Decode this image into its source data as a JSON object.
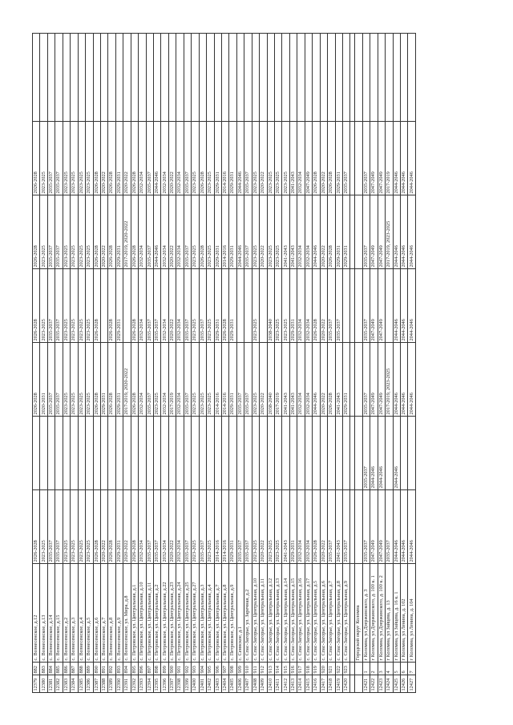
{
  "rows": [
    [
      "12379",
      "882",
      "с. Вознесенское, д.12",
      "2026-2028",
      "",
      "2026-2028",
      "2026-2028",
      "2026-2028",
      "2026-2028"
    ],
    [
      "12380",
      "883",
      "с. Вознесенское, д.13",
      "2023-2025",
      "",
      "2020-2031",
      "2023-2025",
      "2023-2025",
      "2023-2025"
    ],
    [
      "12381",
      "884",
      "с. Вознесенское, д.14",
      "2035-2037",
      "",
      "2035-2037",
      "2035-2037",
      "2035-2037",
      "2035-2037"
    ],
    [
      "12382",
      "885",
      "с. Вознесенское, д.15",
      "2035-2037",
      "",
      "2035-2037",
      "2035-2037",
      "2035-2037",
      "2035-2037"
    ],
    [
      "12383",
      "886",
      "с. Вознесенское, д.2",
      "2023-2025",
      "",
      "2023-2025",
      "2023-2025",
      "2023-2025",
      "2023-2025"
    ],
    [
      "12384",
      "887",
      "с. Вознесенское, д.3",
      "2023-2025",
      "",
      "2023-2025",
      "2023-2025",
      "2023-2025",
      "2023-2025"
    ],
    [
      "12385",
      "888",
      "с. Вознесенское, д.4",
      "2023-2025",
      "",
      "2023-2025",
      "2023-2025",
      "2023-2025",
      "2023-2025"
    ],
    [
      "12386",
      "889",
      "с. Вознесенское, д.5",
      "2023-2025",
      "",
      "2023-2025",
      "2023-2025",
      "2023-2025",
      "2023-2025"
    ],
    [
      "12387",
      "890",
      "с. Вознесенское, д.6",
      "2026-2028",
      "",
      "2026-2028",
      "2026-2028",
      "2026-2028",
      "2026-2028"
    ],
    [
      "12388",
      "891",
      "с. Вознесенское, д.7",
      "2020-2022",
      "",
      "2029-2031",
      "",
      "2020-2022",
      "2020-2022"
    ],
    [
      "12389",
      "892",
      "с. Вознесенское, д.8",
      "2026-2028",
      "",
      "2026-2028",
      "2026-2028",
      "2026-2028",
      "2026-2028"
    ],
    [
      "12390",
      "893",
      "с. Вознесенское, д.9",
      "2029-2031",
      "",
      "2029-2031",
      "2029-2031",
      "2029-2031",
      "2029-2031"
    ],
    [
      "12391",
      "894",
      "с. Вознесенское, ул. Мира, д.8",
      "2020-2022",
      "",
      "2017-2019, 2020-2022",
      "",
      "2017-2019, 2020-2022",
      "2020-2022"
    ],
    [
      "12392",
      "895",
      "с. Петровское, ул. Центральная, д.1",
      "2026-2028",
      "",
      "2026-2028",
      "2026-2028",
      "2026-2028",
      "2026-2028"
    ],
    [
      "12393",
      "896",
      "с. Петровское, ул. Центральная, д.10",
      "2032-2034",
      "",
      "2032-2034",
      "2032-2034",
      "2032-2034",
      "2032-2034"
    ],
    [
      "12394",
      "897",
      "с. Петровское, ул. Центральная, д.11",
      "2035-2037",
      "",
      "2035-2037",
      "2035-2037",
      "2035-2037",
      "2035-2037"
    ],
    [
      "12395",
      "898",
      "с. Петровское, ул. Центральная, д.2",
      "2035-2037",
      "",
      "2023-2025",
      "2035-2037",
      "2044-2046",
      "2044-2046"
    ],
    [
      "12396",
      "899",
      "с. Петровское, ул. Центральная, д.22",
      "2032-2034",
      "",
      "2032-2034",
      "2032-2034",
      "2032-2034",
      "2032-2034"
    ],
    [
      "12397",
      "900",
      "с. Петровское, ул. Центральная, д.23",
      "2020-2022",
      "",
      "2017-2019",
      "2020-2022",
      "2020-2022",
      "2020-2022"
    ],
    [
      "12398",
      "901",
      "с. Петровское, ул. Центральная, д.24",
      "2032-2034",
      "",
      "2032-2034",
      "2032-2034",
      "2032-2034",
      "2032-2034"
    ],
    [
      "12399",
      "902",
      "с. Петровское, ул. Центральная, д.25",
      "2035-2037",
      "",
      "2035-2037",
      "2035-2037",
      "2035-2037",
      "2035-2037"
    ],
    [
      "12400",
      "903",
      "с. Петровское, ул. Центральная, д.27",
      "2023-2025",
      "",
      "2023-2025",
      "2023-2025",
      "2023-2025",
      "2023-2025"
    ],
    [
      "12401",
      "904",
      "с. Петровское, ул. Центральная, д.3",
      "2035-2037",
      "",
      "2023-2025",
      "2035-2037",
      "2026-2028",
      "2026-2028"
    ],
    [
      "12402",
      "905",
      "с. Петровское, ул. Центральная, д.4",
      "2023-2025",
      "",
      "2023-2025",
      "2023-2025",
      "2023-2025",
      "2023-2025"
    ],
    [
      "12403",
      "906",
      "с. Петровское, ул. Центральная, д.7",
      "2014-2016",
      "",
      "2014-2016",
      "2029-2031",
      "2029-2031",
      "2029-2031"
    ],
    [
      "12404",
      "907",
      "с. Петровское, ул. Центральная, д.8",
      "2014-2016",
      "",
      "2014-2016",
      "2026-2028",
      "2014-2016",
      "2014-2016"
    ],
    [
      "12405",
      "908",
      "с. Петровское, ул. Центральная, д.9",
      "2029-2031",
      "",
      "2029-2031",
      "2029-2031",
      "2029-2031",
      "2029-2031"
    ],
    [
      "12406",
      "909",
      "с. Сеннское, д.1",
      "2035-2037",
      "",
      "2035-2037",
      "",
      "2044-2046",
      "2044-2046"
    ],
    [
      "12407",
      "910",
      "с. Спас-Загорье, ул. Заречная, д.2",
      "2035-2037",
      "",
      "2035-2037",
      "",
      "2035-2037",
      "2035-2037"
    ],
    [
      "12408",
      "911",
      "с. Спас-Загорье, ул. Центральная, д.10",
      "2023-2025",
      "",
      "2023-2025",
      "2023-2025",
      "2023-2025",
      "2023-2025"
    ],
    [
      "12409",
      "912",
      "с. Спас-Загорье, ул. Центральная, д.11",
      "2020-2022",
      "",
      "2020-2022",
      "",
      "2020-2022",
      "2020-2022"
    ],
    [
      "12410",
      "913",
      "с. Спас-Загорье, ул. Центральная, д.12",
      "2023-2025",
      "",
      "2038-2040",
      "2038-2040",
      "2023-2025",
      "2023-2025"
    ],
    [
      "12411",
      "914",
      "с. Спас-Загорье, ул. Центральная, д.13",
      "2023-2025",
      "",
      "2017-2019",
      "2023-2025",
      "2023-2025",
      "2023-2025"
    ],
    [
      "12412",
      "915",
      "с. Спас-Загорье, ул. Центральная, д.14",
      "2041-2043",
      "",
      "2041-2043",
      "2023-2025",
      "2041-2043",
      "2023-2025"
    ],
    [
      "12413",
      "916",
      "с. Спас-Загорье, ул. Центральная, д.15",
      "2029-2031",
      "",
      "2041-2043",
      "2029-2031",
      "2041-2043",
      "2041-2043"
    ],
    [
      "12414",
      "917",
      "с. Спас-Загорье, ул. Центральная, д.16",
      "2032-2034",
      "",
      "2032-2034",
      "2032-2034",
      "2032-2034",
      "2032-2034"
    ],
    [
      "12415",
      "918",
      "с. Спас-Загорье, ул. Центральная, д.17",
      "2032-2034",
      "",
      "2032-2034",
      "2032-2034",
      "2032-2034",
      "2047-2049"
    ],
    [
      "12416",
      "919",
      "с. Спас-Загорье, ул. Центральная, д.5",
      "2026-2028",
      "",
      "2044-2046",
      "2026-2028",
      "2044-2046",
      "2026-2028"
    ],
    [
      "12417",
      "920",
      "с. Спас-Загорье, ул. Центральная, д.6",
      "2020-2022",
      "",
      "2020-2022",
      "2020-2022",
      "2020-2022",
      "2020-2022"
    ],
    [
      "12418",
      "921",
      "с. Спас-Загорье, ул. Центральная, д.7",
      "2035-2037",
      "",
      "2026-2028",
      "2035-2037",
      "2026-2028",
      "2026-2028"
    ],
    [
      "12419",
      "922",
      "с. Спас-Загорье, ул. Центральная, д.8",
      "2041-2043",
      "",
      "2041-2043",
      "2035-2037",
      "2029-2031",
      "2029-2031"
    ],
    [
      "12420",
      "923",
      "с. Спас-Загорье, ул. Центральная, д.9",
      "2035-2037",
      "",
      "2029-2031",
      "",
      "2029-2031",
      "2035-2037"
    ]
  ],
  "section_title": "Городской округ Коломна",
  "rows2": [
    [
      "12421",
      "1",
      "г Коломна, ул Дзержинского, д. 3",
      "2035-2037",
      "2035-2037",
      "2035-2037",
      "2035-2037",
      "2035-2037",
      "2035-2037"
    ],
    [
      "12422",
      "2",
      "г Коломна, ул Дзержинского, д. 100 к. 1",
      "2047-2049",
      "2044-2046",
      "2047-2049",
      "2047-2049",
      "2047-2049",
      "2047-2049"
    ],
    [
      "12423",
      "3",
      "г Коломна, ул Дзержинского, д. 100 к. 2",
      "2047-2049",
      "2044-2046",
      "2047-2049",
      "2047-2049",
      "2047-2049",
      "2047-2049"
    ],
    [
      "12424",
      "4",
      "г Коломна, ул Зайцева, д. 13",
      "2035-2037",
      "",
      "2017-2019, 2023-2025",
      "",
      "2017-2019, 2023-2025",
      "2017-2019"
    ],
    [
      "12425",
      "5",
      "г Коломна, ул Зайцева, д. 16 к. 1",
      "2044-2046",
      "2044-2046",
      "2044-2046",
      "2044-2046",
      "2044-2046",
      "2044-2046"
    ],
    [
      "12426",
      "6",
      "г Коломна, ул Ленина, д. 102",
      "2044-2046",
      "",
      "2044-2046",
      "2044-2046",
      "2044-2046",
      "2044-2046"
    ],
    [
      "12427",
      "7",
      "г Коломна, ул Ленина, д. 104",
      "2044-2046",
      "",
      "2044-2046",
      "2044-2046",
      "2044-2046",
      "2044-2046"
    ]
  ]
}
